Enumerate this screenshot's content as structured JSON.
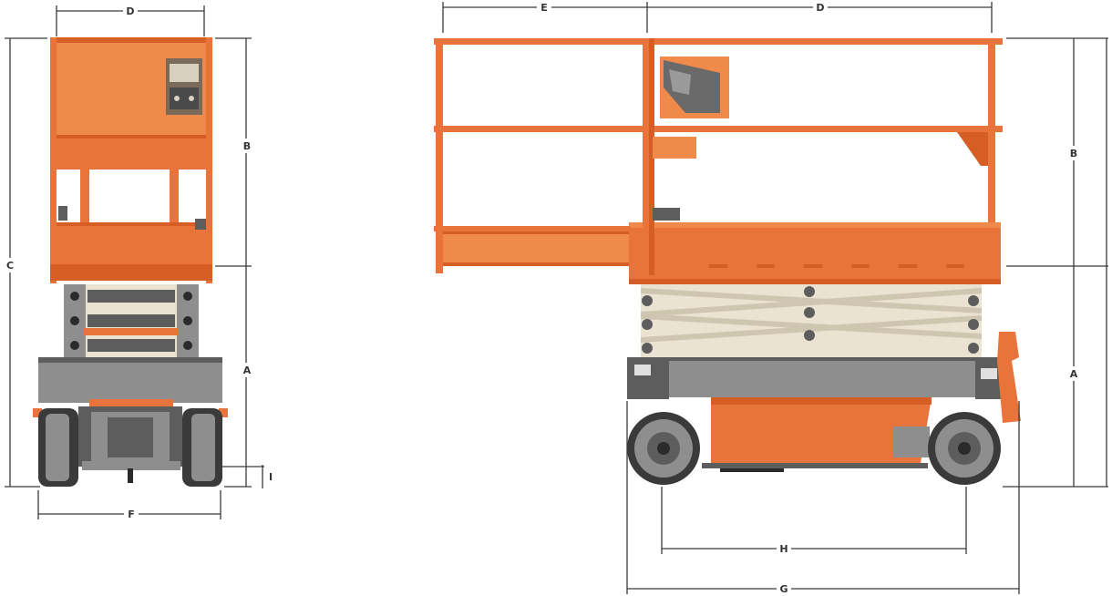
{
  "diagram": {
    "labels": {
      "A": "A",
      "B": "B",
      "C": "C",
      "D": "D",
      "E": "E",
      "F": "F",
      "G": "G",
      "H": "H",
      "I": "I"
    },
    "colors": {
      "platform_orange": "#e8743b",
      "chassis_gray": "#8e8e8e",
      "scissor_cream": "#ebe3d2",
      "tire": "#3a3a3a"
    }
  }
}
